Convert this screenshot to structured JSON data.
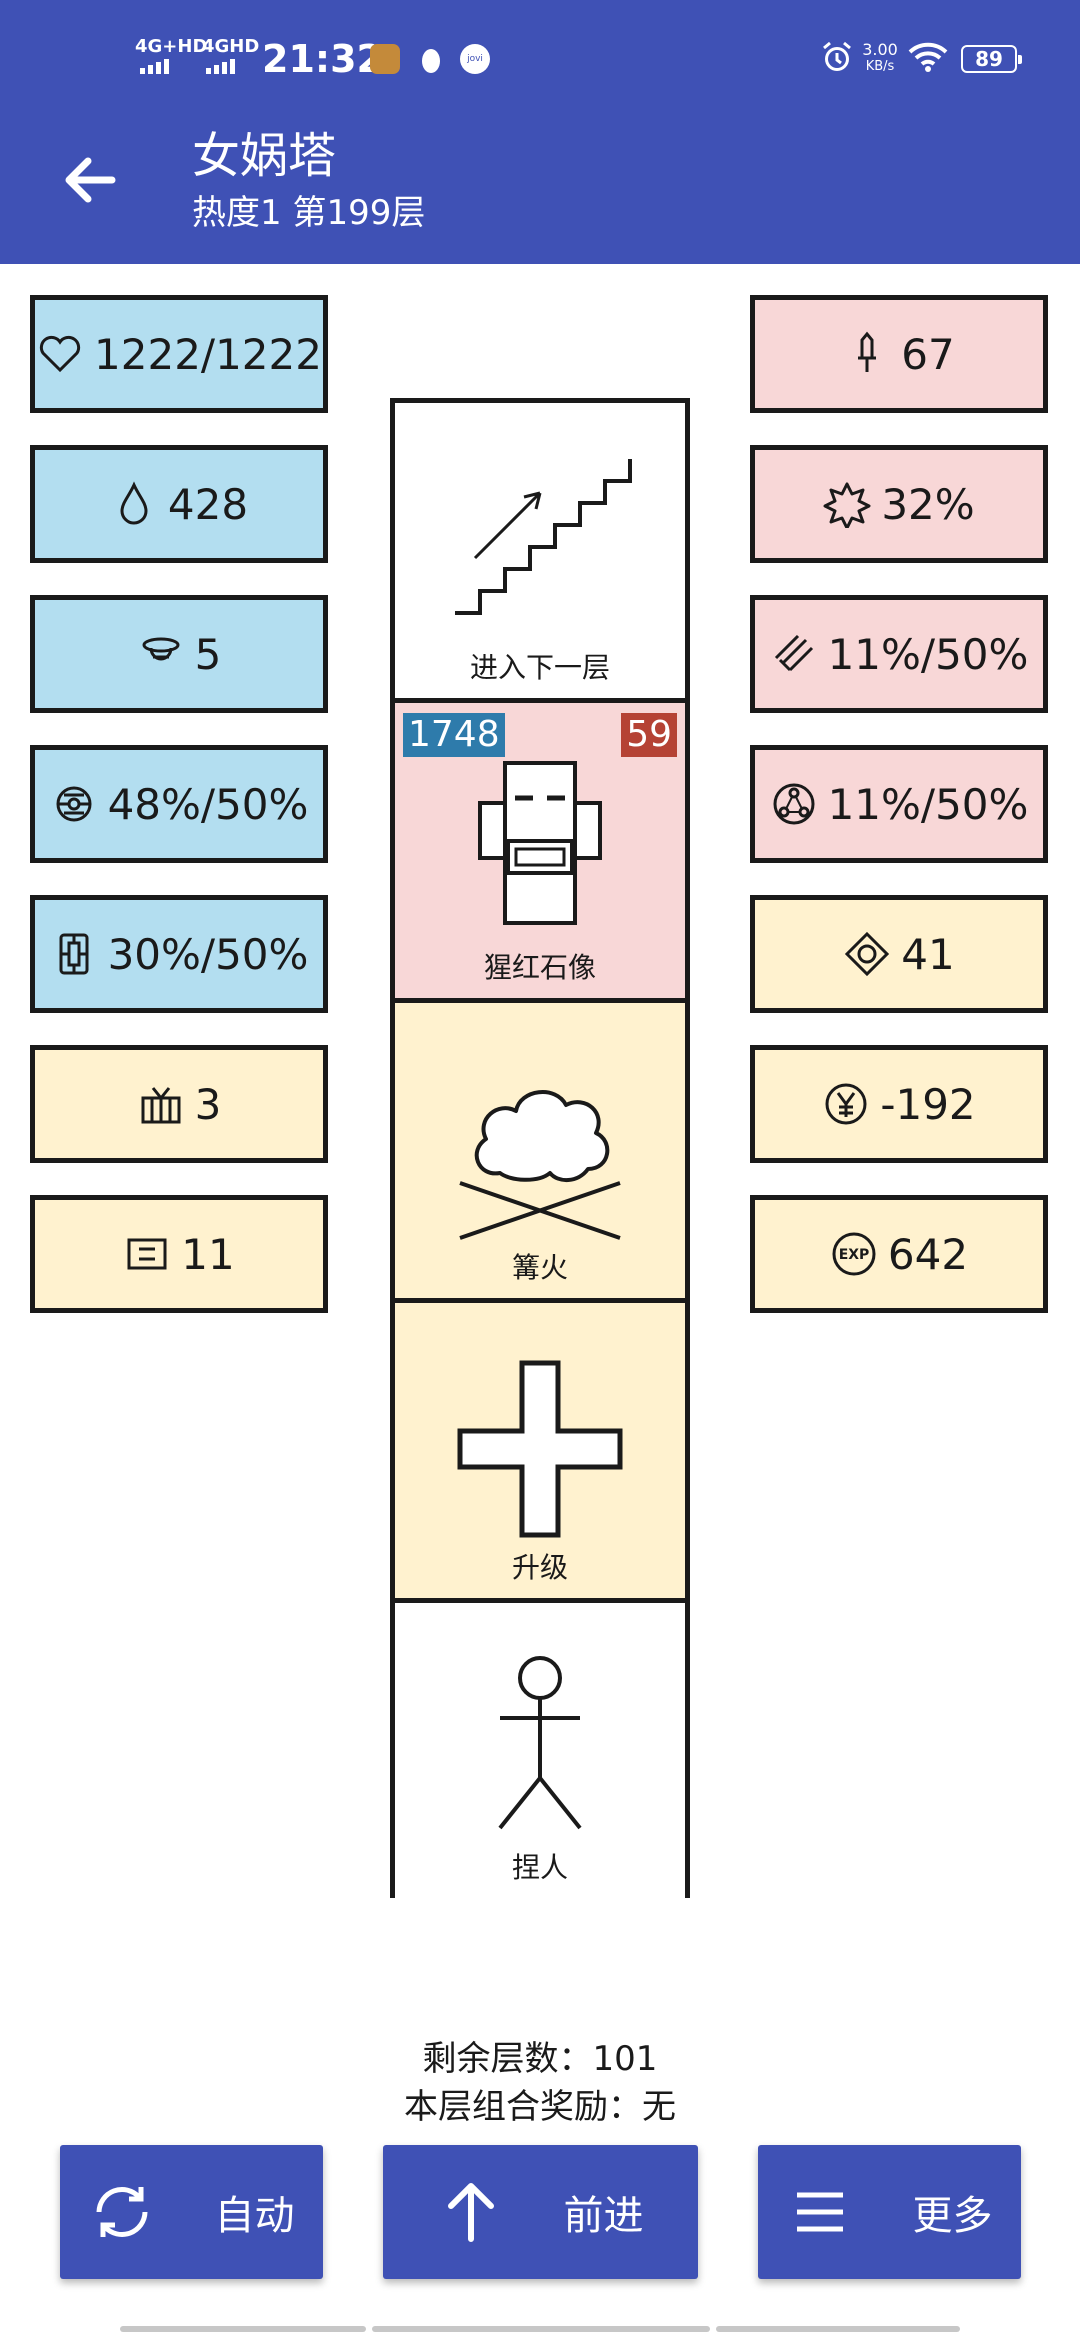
{
  "status": {
    "net1": "4G+HD",
    "net2": "4GHD",
    "time": "21:32",
    "netspeed_value": "3.00",
    "netspeed_unit": "KB/s",
    "battery": "89"
  },
  "header": {
    "title": "女娲塔",
    "subtitle": "热度1 第199层"
  },
  "left_stats": [
    {
      "icon": "heart-icon",
      "value": "1222/1222",
      "color": "#b3def0"
    },
    {
      "icon": "drop-icon",
      "value": "428",
      "color": "#b3def0"
    },
    {
      "icon": "helmet-icon",
      "value": "5",
      "color": "#b3def0"
    },
    {
      "icon": "orb-icon",
      "value": "48%/50%",
      "color": "#b3def0"
    },
    {
      "icon": "shield-icon",
      "value": "30%/50%",
      "color": "#b3def0"
    },
    {
      "icon": "gift-icon",
      "value": "3",
      "color": "#fff2cf"
    },
    {
      "icon": "card-icon",
      "value": "11",
      "color": "#fff2cf"
    }
  ],
  "right_stats": [
    {
      "icon": "sword-icon",
      "value": "67",
      "color": "#f8d7d7"
    },
    {
      "icon": "burst-icon",
      "value": "32%",
      "color": "#f8d7d7"
    },
    {
      "icon": "slash-icon",
      "value": "11%/50%",
      "color": "#f8d7d7"
    },
    {
      "icon": "triad-icon",
      "value": "11%/50%",
      "color": "#f8d7d7"
    },
    {
      "icon": "gem-icon",
      "value": "41",
      "color": "#fff2cf"
    },
    {
      "icon": "yen-icon",
      "value": "-192",
      "color": "#fff2cf"
    },
    {
      "icon": "exp-icon",
      "value": "642",
      "color": "#fff2cf",
      "icon_text": "EXP"
    }
  ],
  "cells": [
    {
      "label": "进入下一层",
      "icon": "stairs-icon",
      "color": "#ffffff"
    },
    {
      "label": "猩红石像",
      "icon": "golem-icon",
      "color": "#f8d7d7",
      "hp": "1748",
      "atk": "59",
      "hp_color": "#2e7bab",
      "atk_color": "#b54234"
    },
    {
      "label": "篝火",
      "icon": "campfire-icon",
      "color": "#fff2cf"
    },
    {
      "label": "升级",
      "icon": "cross-icon",
      "color": "#fff2cf"
    },
    {
      "label": "捏人",
      "icon": "person-icon",
      "color": "#ffffff"
    }
  ],
  "info": {
    "remaining": "剩余层数：101",
    "bonus": "本层组合奖励：无"
  },
  "buttons": {
    "auto": "自动",
    "forward": "前进",
    "more": "更多"
  },
  "colors": {
    "primary": "#3f51b5",
    "blue_card": "#b3def0",
    "pink_card": "#f8d7d7",
    "cream_card": "#fff2cf"
  }
}
